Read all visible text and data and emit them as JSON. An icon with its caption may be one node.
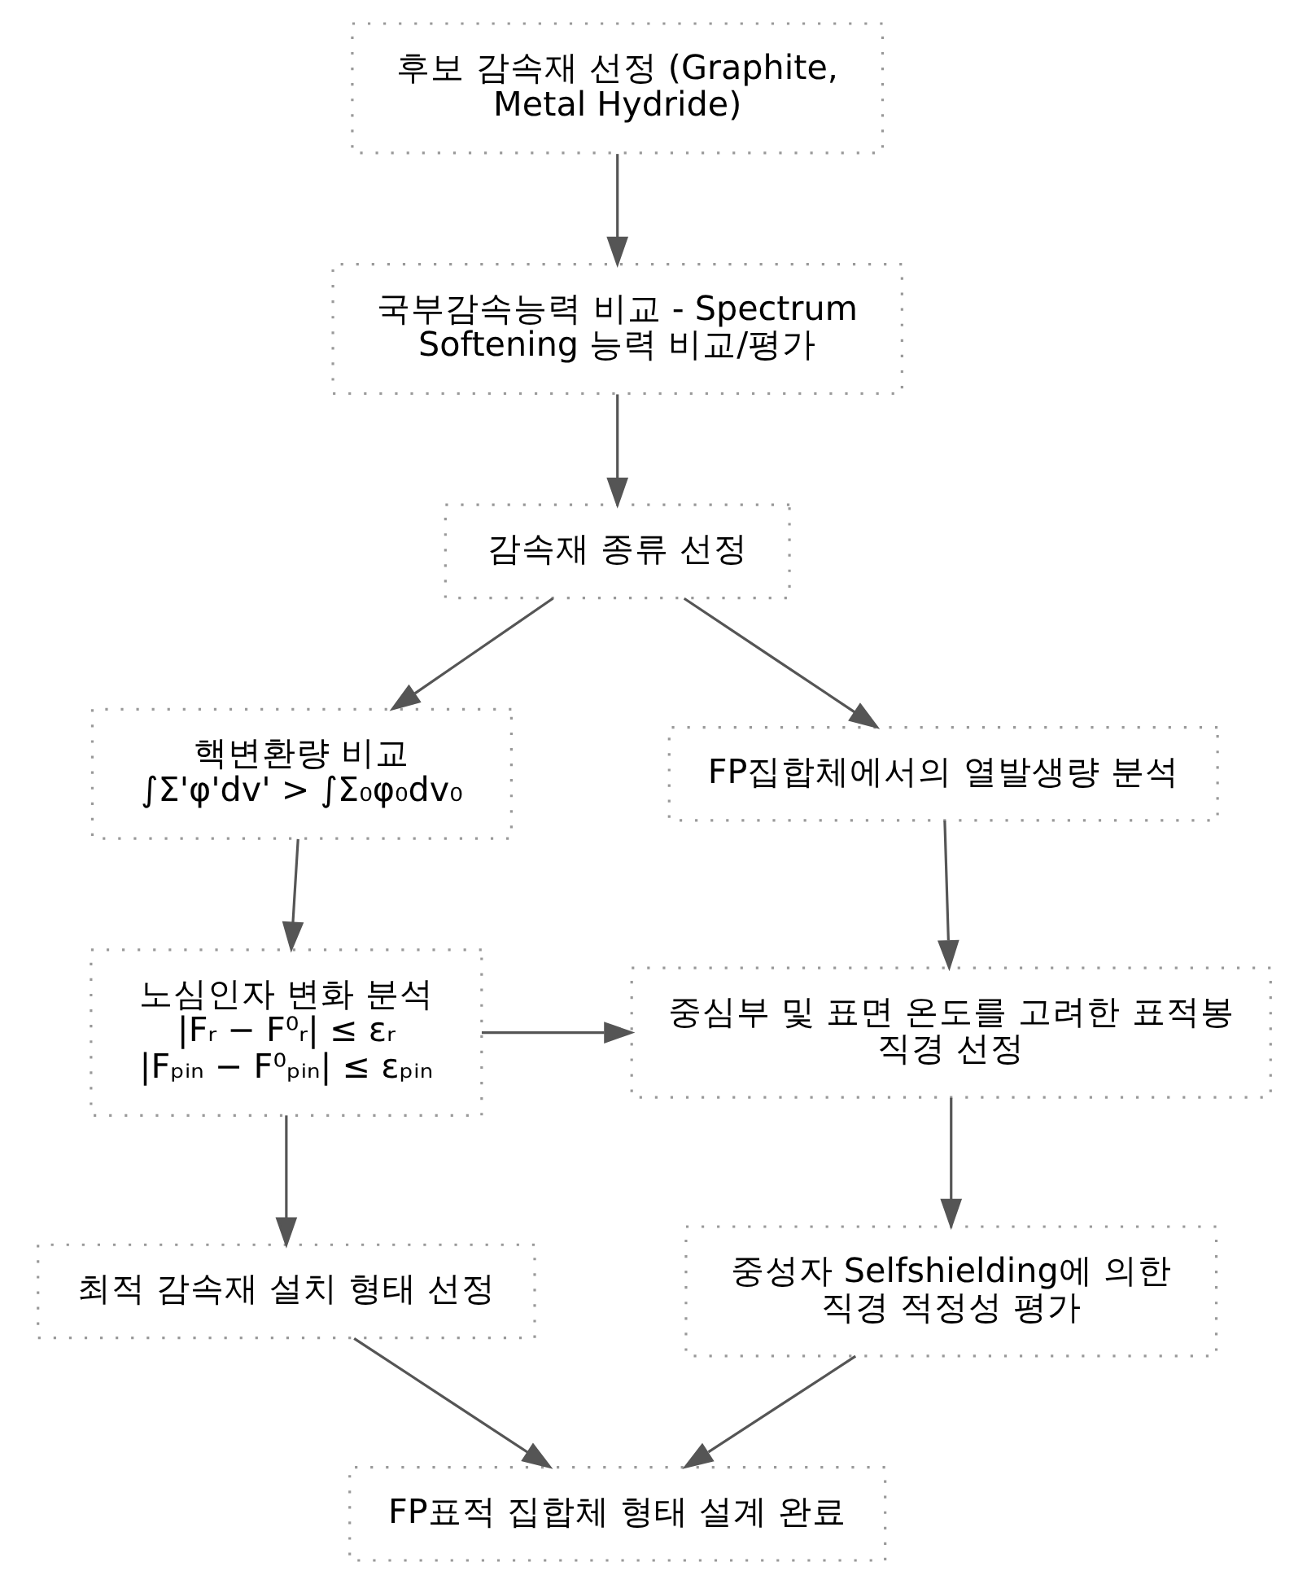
{
  "diagram": {
    "nodes": [
      {
        "text": [
          "후보 감속재 선정 (Graphite, Metal Hydride)"
        ]
      },
      {
        "text": [
          "국부감속능력 비교 - Spectrum Softening 능력 비교/평가"
        ]
      },
      {
        "text": [
          "감속재 종류 선정"
        ]
      },
      {
        "text": [
          "핵변환량 비교",
          "∫Σ'φ'dv' > ∫Σ₀φ₀dv₀"
        ]
      },
      {
        "text": [
          "노심인자 변화 분석",
          "|Fᵣ − F⁰ᵣ| ≤ εᵣ",
          "|Fₚᵢₙ − F⁰ₚᵢₙ| ≤ εₚᵢₙ"
        ]
      },
      {
        "text": [
          "최적 감속재 설치 형태 선정"
        ]
      },
      {
        "text": [
          "FP집합체에서의 열발생량 분석"
        ]
      },
      {
        "text": [
          "중심부 및 표면 온도를 고려한 표적봉 직경 선정"
        ]
      },
      {
        "text": [
          "중성자 Selfshielding에 의한 직경 적정성 평가"
        ]
      },
      {
        "text": [
          "FP표적 집합체 형태 설계 완료"
        ]
      }
    ],
    "edges": [
      {
        "from": 0,
        "to": 1,
        "arrow": "to"
      },
      {
        "from": 1,
        "to": 2,
        "arrow": "to"
      },
      {
        "from": 2,
        "to": 3,
        "arrow": "to"
      },
      {
        "from": 2,
        "to": 6,
        "arrow": "to"
      },
      {
        "from": 3,
        "to": 4,
        "arrow": "to"
      },
      {
        "from": 4,
        "to": 5,
        "arrow": "to"
      },
      {
        "from": 4,
        "to": 7,
        "arrow": "to"
      },
      {
        "from": 6,
        "to": 7,
        "arrow": "to"
      },
      {
        "from": 7,
        "to": 8,
        "arrow": "to"
      },
      {
        "from": 5,
        "to": 9,
        "arrow": "to"
      },
      {
        "from": 8,
        "to": 9,
        "arrow": "to"
      }
    ]
  }
}
